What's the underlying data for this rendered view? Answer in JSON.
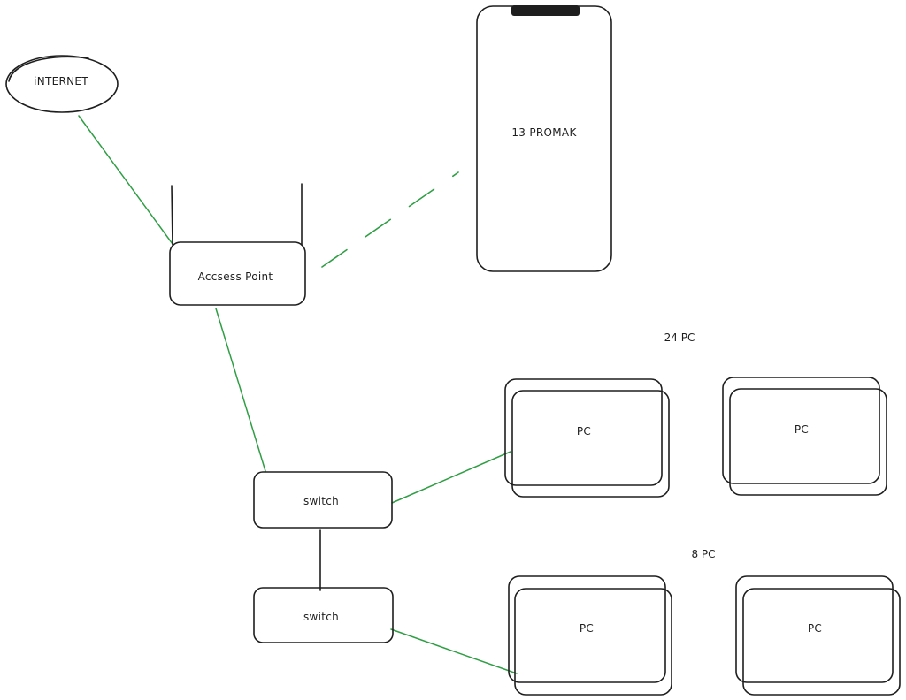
{
  "nodes": {
    "internet": {
      "label": "iNTERNET"
    },
    "access_point": {
      "label": "Accsess Point"
    },
    "phone": {
      "label": "13 PROMAK"
    },
    "switch_top": {
      "label": "switch"
    },
    "switch_bottom": {
      "label": "switch"
    },
    "pc_group_1_a": {
      "label": "PC"
    },
    "pc_group_1_b": {
      "label": "PC"
    },
    "pc_group_2_a": {
      "label": "PC"
    },
    "pc_group_2_b": {
      "label": "PC"
    }
  },
  "annotations": {
    "group_1_count": "24 PC",
    "group_2_count": "8 PC"
  },
  "colors": {
    "link": "#2f9e44",
    "stroke": "#1e1e1e",
    "notch": "#1e1e1e"
  }
}
